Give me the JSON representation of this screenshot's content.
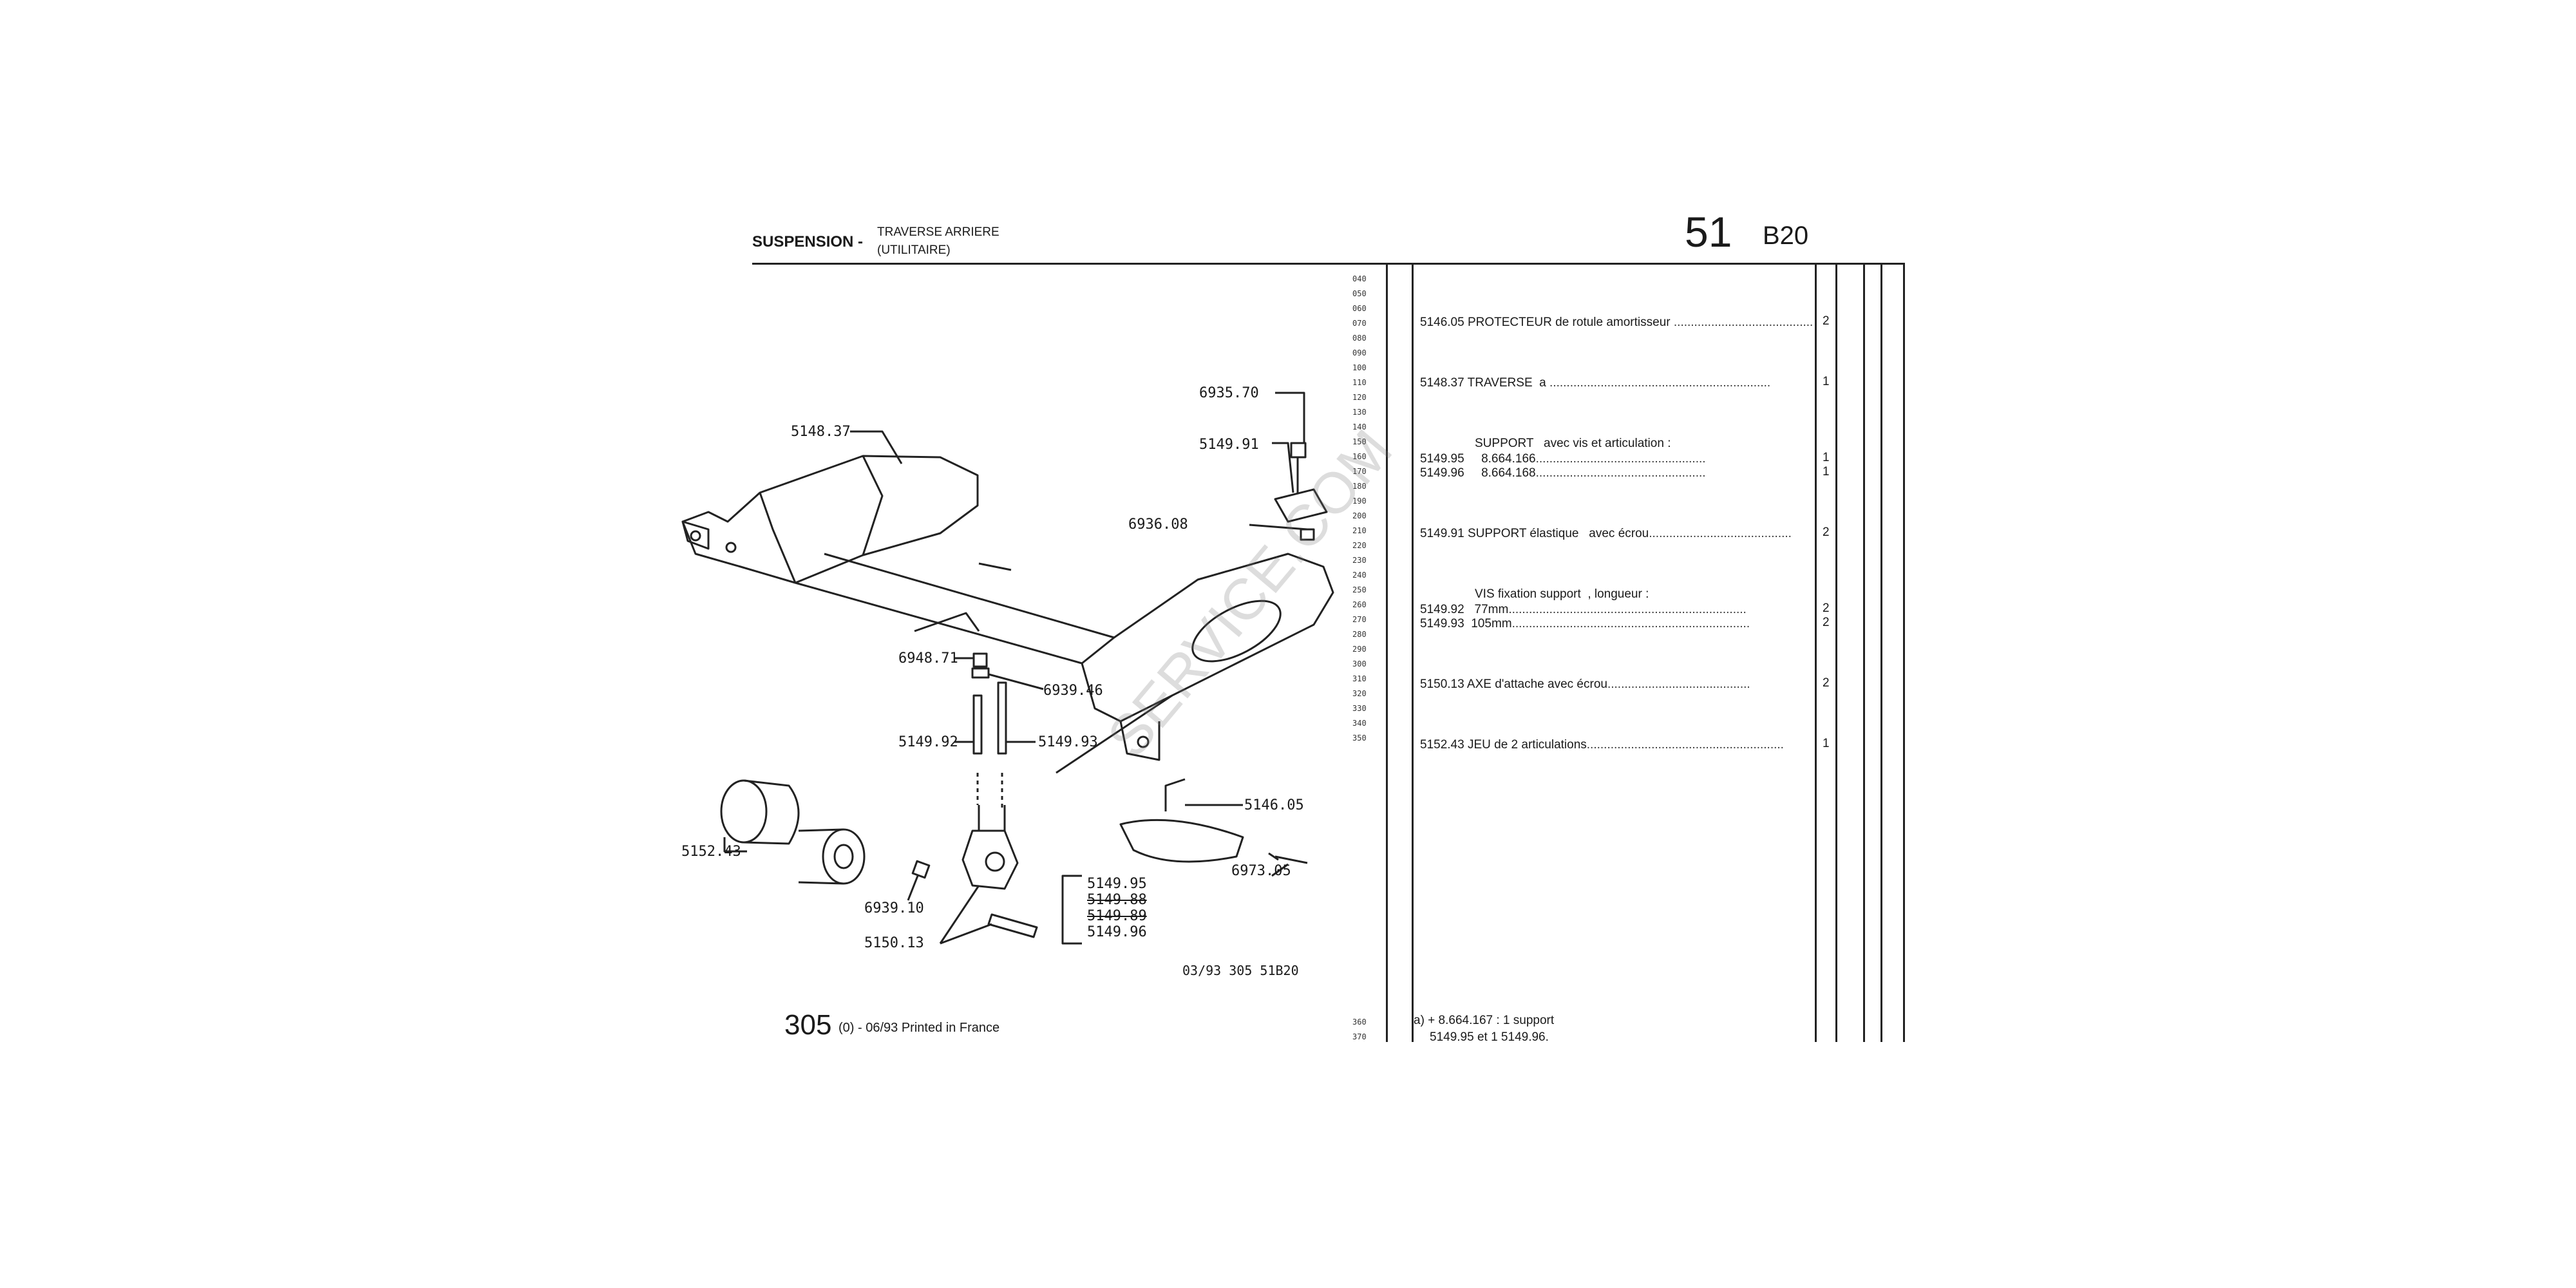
{
  "header": {
    "section": "SUSPENSION -",
    "subtitle_1": "TRAVERSE ARRIERE",
    "subtitle_2": "(UTILITAIRE)",
    "page_number": "51",
    "code": "B20"
  },
  "row_index": [
    "040",
    "050",
    "060",
    "070",
    "080",
    "090",
    "100",
    "110",
    "120",
    "130",
    "140",
    "150",
    "160",
    "170",
    "180",
    "190",
    "200",
    "210",
    "220",
    "230",
    "240",
    "250",
    "260",
    "270",
    "280",
    "290",
    "300",
    "310",
    "320",
    "330",
    "340",
    "350"
  ],
  "row_index_bottom": [
    "360",
    "370"
  ],
  "parts": [
    {
      "text": "5146.05 PROTECTEUR de rotule amortisseur",
      "qty": "2"
    },
    {
      "text": "5148.37 TRAVERSE  a",
      "qty": "1"
    },
    {
      "text": "SUPPORT   avec vis et articulation :",
      "qty": ""
    },
    {
      "text": "5149.95     8.664.166",
      "qty": "1"
    },
    {
      "text": "5149.96     8.664.168",
      "qty": "1"
    },
    {
      "text": "5149.91 SUPPORT élastique   avec écrou",
      "qty": "2"
    },
    {
      "text": "VIS fixation support  , longueur :",
      "qty": ""
    },
    {
      "text": "5149.92   77mm",
      "qty": "2"
    },
    {
      "text": "5149.93  105mm",
      "qty": "2"
    },
    {
      "text": "5150.13 AXE d'attache avec écrou",
      "qty": "2"
    },
    {
      "text": "5152.43 JEU de 2 articulations",
      "qty": "1"
    }
  ],
  "callouts": {
    "c6935_70": "6935.70",
    "c5149_91": "5149.91",
    "c5148_37": "5148.37",
    "c6936_08": "6936.08",
    "c6948_71": "6948.71",
    "c6939_46": "6939.46",
    "c5149_92": "5149.92",
    "c5149_93": "5149.93",
    "c5146_05": "5146.05",
    "c5152_43": "5152.43",
    "c6973_05": "6973.05",
    "c6939_10": "6939.10",
    "c5150_13": "5150.13",
    "box_1": "5149.95",
    "box_2": "5149.88",
    "box_3": "5149.89",
    "box_4": "5149.96"
  },
  "reference": "03/93  305  51B20",
  "footer": {
    "model": "305",
    "edition": "(0) - 06/93 Printed in France"
  },
  "note": {
    "line1": "a)  +   8.664.167 : 1 support  ",
    "line2": "5149.95 et 1    5149.96."
  },
  "watermark": "SERVICE.COM"
}
